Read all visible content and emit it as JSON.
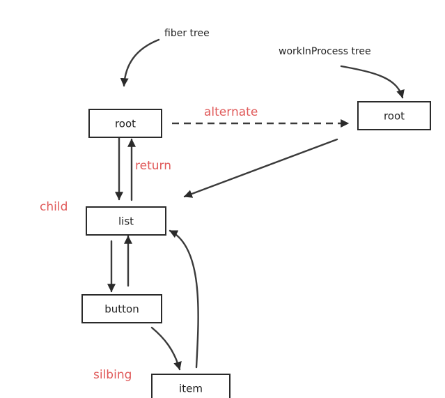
{
  "nodes": {
    "root": "root",
    "wip_root": "root",
    "list": "list",
    "button": "button",
    "item": "item"
  },
  "labels": {
    "fiber_tree": "fiber tree",
    "wip_tree": "workInProcess tree",
    "alternate": "alternate",
    "return": "return",
    "child": "child",
    "sibling": "silbing"
  },
  "colors": {
    "annotation_red": "#e05a5a",
    "stroke": "#2a2a2a"
  }
}
